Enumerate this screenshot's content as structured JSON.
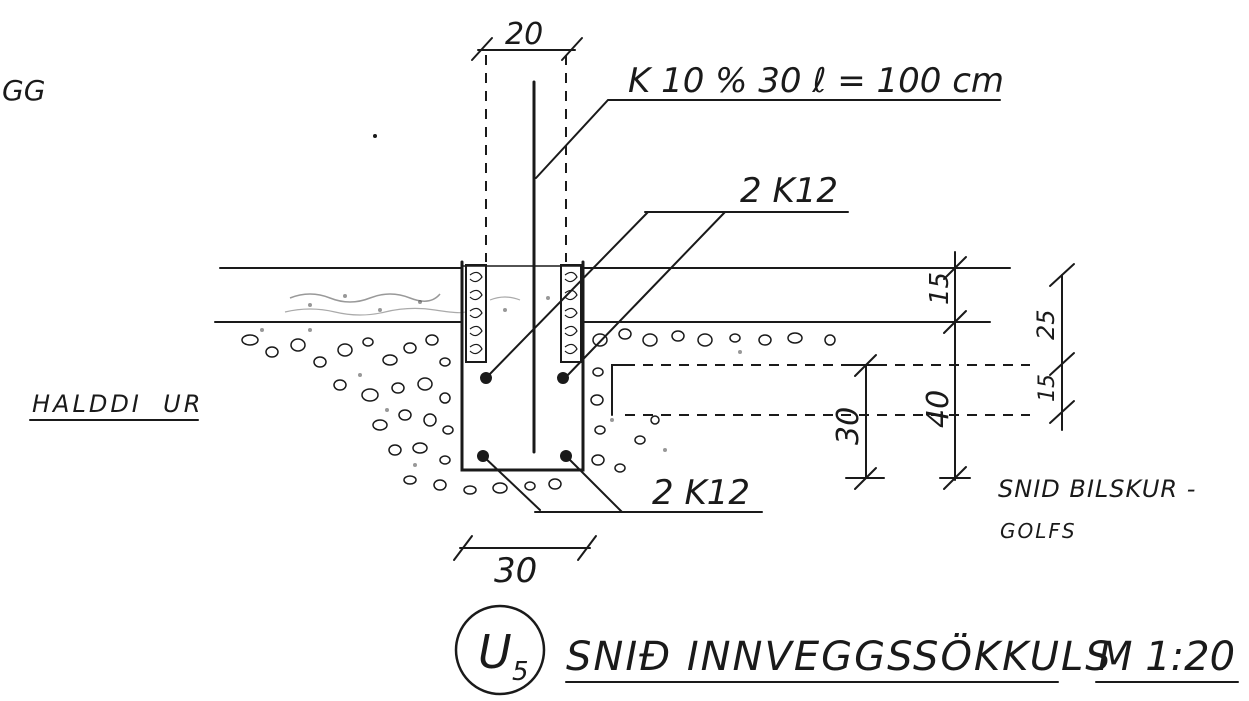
{
  "drawing": {
    "top_left_fragment": "GG",
    "top_dimension": "20",
    "rebar_vertical_label": "K 10 % 30  ℓ = 100 cm",
    "rebar_top_label": "2 K12",
    "rebar_bottom_label": "2 K12",
    "left_material_label": "HALDDI  UR",
    "dim_slab_top": "15",
    "dim_right_25": "25",
    "dim_right_15": "15",
    "dim_depth_40": "40",
    "dim_depth_30": "30",
    "bottom_width_dimension": "30",
    "garage_section_label_line1": "SNID BILSKUR -",
    "garage_section_label_line2": "GOLFS",
    "detail_marker_letter": "U",
    "detail_marker_subscript": "5",
    "title": "SNIÐ INNVEGGSSÖKKULS",
    "scale": "M 1:20"
  },
  "colors": {
    "ink": "#1a1a1a",
    "paper": "#ffffff"
  }
}
